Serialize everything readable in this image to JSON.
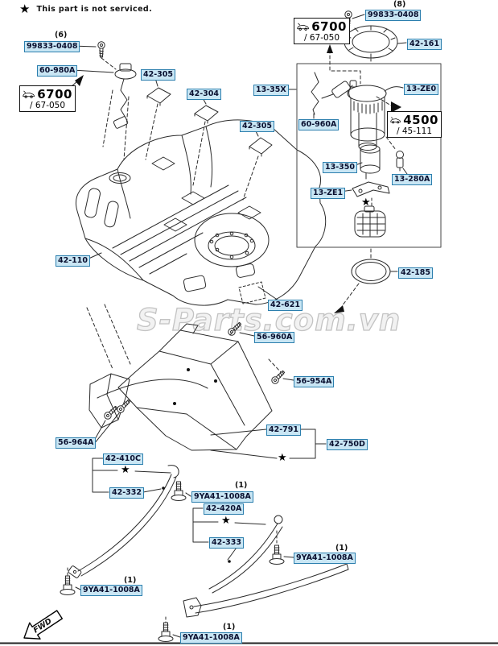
{
  "note": {
    "marker": "★",
    "text": "This part is not serviced."
  },
  "watermark": {
    "text": "S-Parts.com.vn"
  },
  "fwd": {
    "label": "FWD"
  },
  "star": "★",
  "colors": {
    "label_bg": "#c9e6f4",
    "label_border": "#2c7fae",
    "line_art": "#2b2b2b",
    "watermark": "#c3c3c3"
  },
  "ref_boxes": {
    "left6700": {
      "code": "6700",
      "sub": "/ 67-050"
    },
    "top6700": {
      "code": "6700",
      "sub": "/ 67-050"
    },
    "mid4500": {
      "code": "4500",
      "sub": "/ 45-111"
    }
  },
  "labels": [
    {
      "text": "99833-0408",
      "qty": "(6)"
    },
    {
      "text": "60-980A"
    },
    {
      "text": "42-305"
    },
    {
      "text": "42-304"
    },
    {
      "text": "42-305"
    },
    {
      "text": "13-35X"
    },
    {
      "text": "60-960A"
    },
    {
      "text": "99833-0408",
      "qty": "(8)"
    },
    {
      "text": "42-161"
    },
    {
      "text": "13-ZE0"
    },
    {
      "text": "13-350"
    },
    {
      "text": "13-280A"
    },
    {
      "text": "13-ZE1"
    },
    {
      "text": "42-110"
    },
    {
      "text": "42-185"
    },
    {
      "text": "42-621"
    },
    {
      "text": "56-960A"
    },
    {
      "text": "56-954A"
    },
    {
      "text": "56-964A"
    },
    {
      "text": "42-791"
    },
    {
      "text": "42-750D"
    },
    {
      "text": "42-410C"
    },
    {
      "text": "42-332"
    },
    {
      "text": "9YA41-1008A",
      "qty": "(1)"
    },
    {
      "text": "42-420A"
    },
    {
      "text": "42-333"
    },
    {
      "text": "9YA41-1008A",
      "qty": "(1)"
    },
    {
      "text": "9YA41-1008A",
      "qty": "(1)"
    },
    {
      "text": "9YA41-1008A",
      "qty": "(1)"
    }
  ]
}
